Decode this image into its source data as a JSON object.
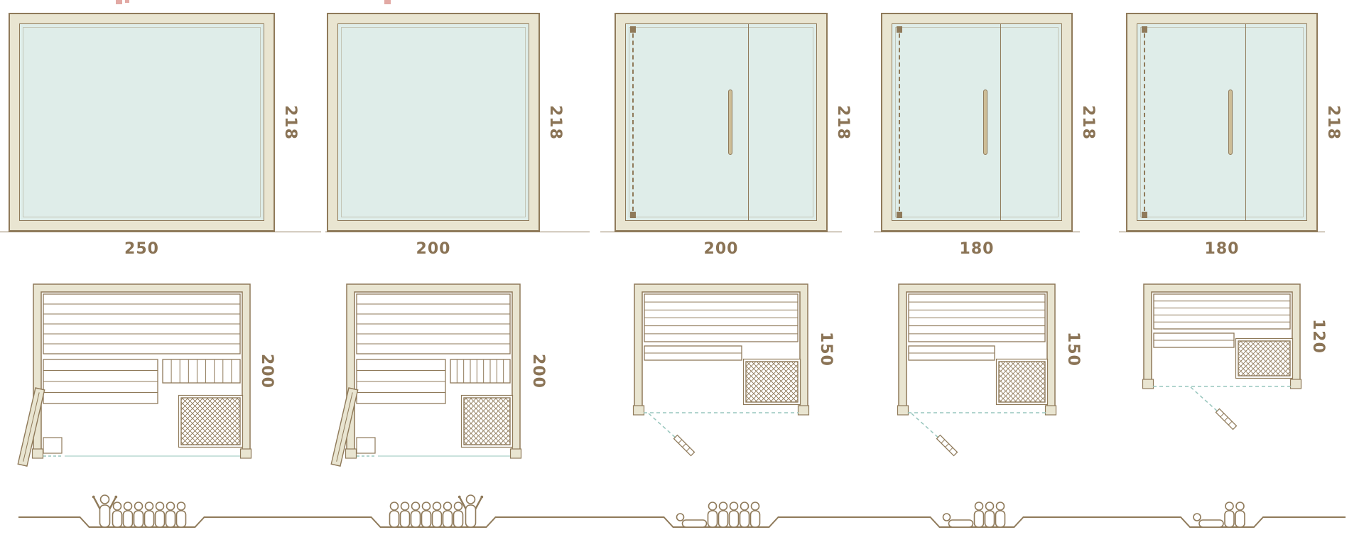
{
  "colors": {
    "line": "#8f7a5a",
    "frame_fill": "#e9e5d1",
    "glass_fill": "#dfede9",
    "label_text": "#8a7355",
    "glass_dash": "#97c6bd"
  },
  "models": [
    {
      "front": {
        "type": "fixed-glass-panel",
        "width_label": "250",
        "height_label": "218"
      },
      "plan": {
        "type": "side-door",
        "depth_label": "200"
      },
      "capacity": {
        "count": 8,
        "figures": [
          "arms-up",
          "person",
          "person",
          "person",
          "person",
          "person",
          "person",
          "person"
        ]
      }
    },
    {
      "front": {
        "type": "fixed-glass-panel",
        "width_label": "200",
        "height_label": "218"
      },
      "plan": {
        "type": "side-door",
        "depth_label": "200"
      },
      "capacity": {
        "count": 8,
        "figures": [
          "person",
          "person",
          "person",
          "person",
          "person",
          "person",
          "person",
          "arms-up"
        ]
      }
    },
    {
      "front": {
        "type": "double-glass-door",
        "width_label": "200",
        "height_label": "218"
      },
      "plan": {
        "type": "front-door",
        "depth_label": "150"
      },
      "capacity": {
        "count": 6,
        "figures": [
          "recliner",
          "person",
          "person",
          "person",
          "person",
          "person"
        ]
      }
    },
    {
      "front": {
        "type": "double-glass-door",
        "width_label": "180",
        "height_label": "218"
      },
      "plan": {
        "type": "front-door",
        "depth_label": "150"
      },
      "capacity": {
        "count": 4,
        "figures": [
          "recliner",
          "person",
          "person",
          "person"
        ]
      }
    },
    {
      "front": {
        "type": "double-glass-door",
        "width_label": "180",
        "height_label": "218"
      },
      "plan": {
        "type": "front-door",
        "depth_label": "120"
      },
      "capacity": {
        "count": 3,
        "figures": [
          "recliner",
          "person",
          "person"
        ]
      }
    }
  ]
}
